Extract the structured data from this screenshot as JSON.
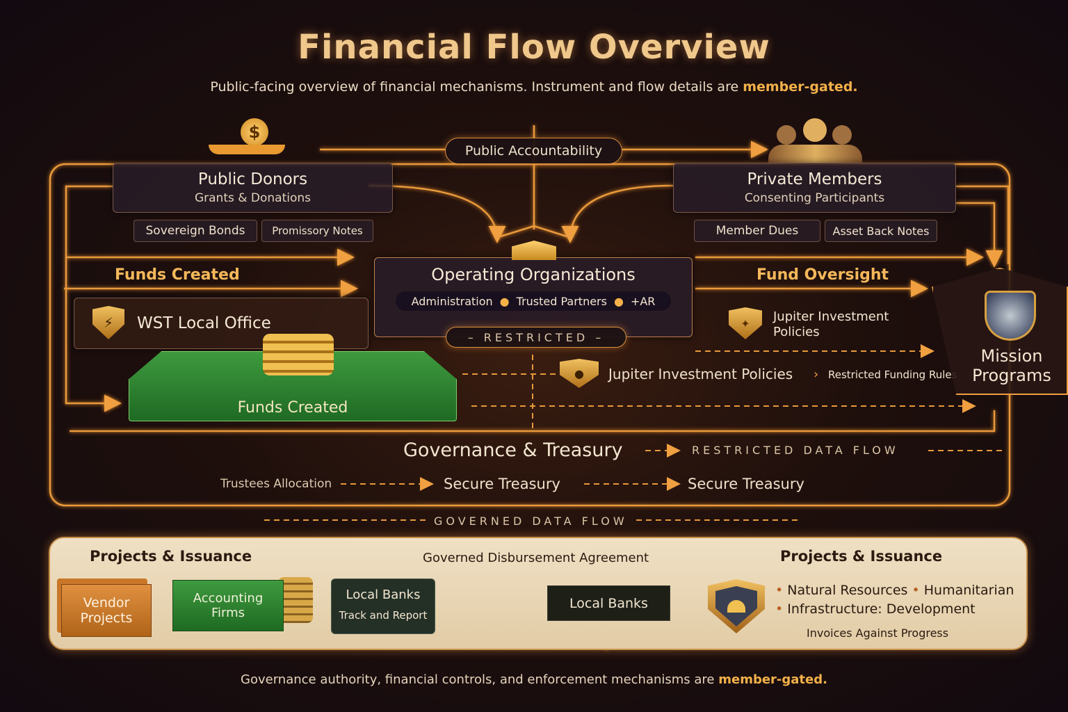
{
  "header": {
    "title": "Financial Flow Overview",
    "subtitle_prefix": "Public-facing overview of financial mechanisms. Instrument and flow details are ",
    "subtitle_highlight": "member-gated."
  },
  "accountability": {
    "label": "Public Accountability"
  },
  "public_donors": {
    "title": "Public Donors",
    "subtitle": "Grants & Donations",
    "instruments": [
      "Sovereign Bonds",
      "Promissory Notes"
    ]
  },
  "private_members": {
    "title": "Private Members",
    "subtitle": "Consenting Participants",
    "instruments": [
      "Member Dues",
      "Asset Back Notes"
    ]
  },
  "operating": {
    "title": "Operating Organizations",
    "items": [
      "Administration",
      "Trusted Partners",
      "+AR"
    ],
    "badge": "– RESTRICTED –"
  },
  "left": {
    "funds_created_label": "Funds Created",
    "local_office": "WST Local Office",
    "platform_label": "Funds Created"
  },
  "right": {
    "fund_oversight": "Fund Oversight",
    "jupiter_policies": "Jupiter Investment Policies",
    "mission": "Mission Programs"
  },
  "middle": {
    "jupiter_line": "Jupiter Investment Policies",
    "restricted_rules": "Restricted Funding Rules"
  },
  "governance": {
    "title": "Governance & Treasury",
    "restricted_flow": "RESTRICTED DATA FLOW",
    "trustees": "Trustees Allocation",
    "treasury_1": "Secure Treasury",
    "treasury_2": "Secure Treasury",
    "governed_flow": "GOVERNED DATA FLOW"
  },
  "bottom": {
    "projects_left": "Projects & Issuance",
    "agreement": "Governed Disbursement Agreement",
    "projects_right": "Projects & Issuance",
    "vendor": "Vendor Projects",
    "accounting": "Accounting Firms",
    "local_banks_1": "Local Banks",
    "track_report": "Track and Report",
    "local_banks_2": "Local Banks",
    "sectors": [
      "Natural Resources",
      "Humanitarian",
      "Infrastructure: Development"
    ],
    "invoices": "Invoices Against Progress"
  },
  "footer": {
    "prefix": "Governance authority, financial controls, and enforcement mechanisms are ",
    "highlight": "member-gated."
  },
  "colors": {
    "accent": "#f4b14a",
    "line": "#e89a3c",
    "green": "#2f8a2f",
    "panel": "#efe0c4"
  }
}
